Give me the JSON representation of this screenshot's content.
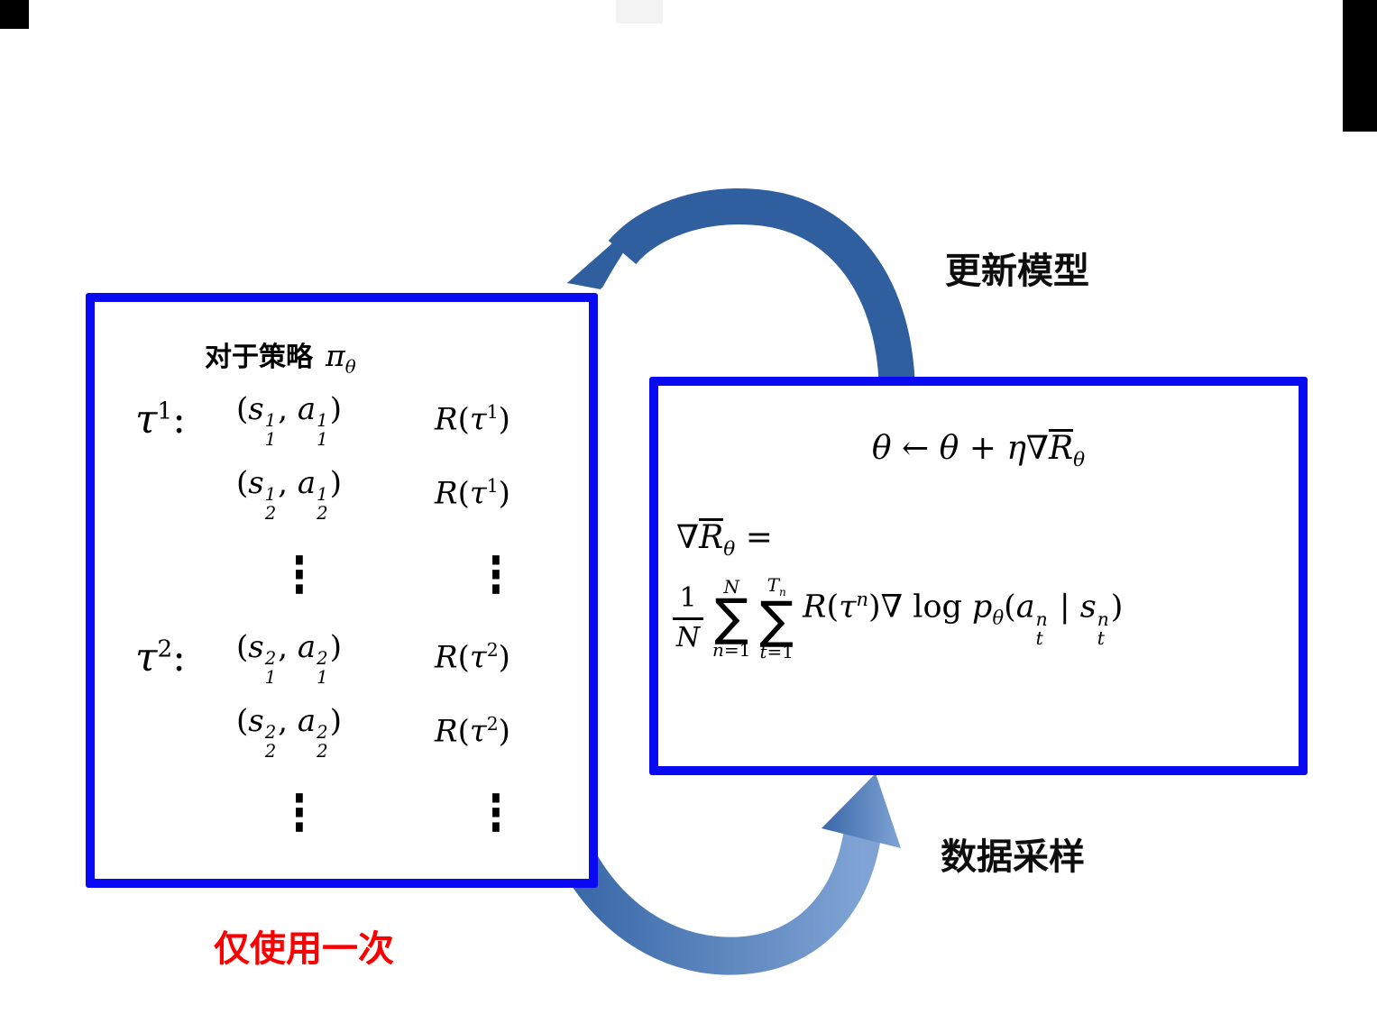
{
  "labels": {
    "update_model": "更新模型",
    "data_sampling": "数据采样",
    "use_once": "仅使用一次"
  },
  "left_box": {
    "policy_title": "对于策略",
    "policy_symbol_html": "<i>π</i><sub><i>θ</i></sub>",
    "rows": [
      {
        "tau_html": "<i>τ</i><sup>1</sup>:",
        "pair_html": "(<i>s</i><span class=\"ss\"><span>1</span><span>1</span></span>, <i>a</i><span class=\"ss\"><span>1</span><span>1</span></span>)",
        "reward_html": "<i>R</i>(<i>τ</i><sup>1</sup>)"
      },
      {
        "tau_html": "",
        "pair_html": "(<i>s</i><span class=\"ss\"><span>1</span><span>2</span></span>, <i>a</i><span class=\"ss\"><span>1</span><span>2</span></span>)",
        "reward_html": "<i>R</i>(<i>τ</i><sup>1</sup>)"
      },
      {
        "tau_html": "",
        "pair_html": "⋮",
        "reward_html": "⋮"
      },
      {
        "tau_html": "<i>τ</i><sup>2</sup>:",
        "pair_html": "(<i>s</i><span class=\"ss\"><span>2</span><span>1</span></span>, <i>a</i><span class=\"ss\"><span>2</span><span>1</span></span>)",
        "reward_html": "<i>R</i>(<i>τ</i><sup>2</sup>)"
      },
      {
        "tau_html": "",
        "pair_html": "(<i>s</i><span class=\"ss\"><span>2</span><span>2</span></span>, <i>a</i><span class=\"ss\"><span>2</span><span>2</span></span>)",
        "reward_html": "<i>R</i>(<i>τ</i><sup>2</sup>)"
      },
      {
        "tau_html": "",
        "pair_html": "⋮",
        "reward_html": "⋮"
      }
    ]
  },
  "right_box": {
    "update_rule_html": "<i>θ</i> ← <i>θ</i> + <i>η</i>∇<span class=\"bar\"><i>R</i></span><sub><i>θ</i></sub>",
    "grad_lhs_html": "∇<span class=\"bar\"><i>R</i></span><sub><i>θ</i></sub> =",
    "frac_num": "1",
    "frac_den_html": "<i>N</i>",
    "sum1": {
      "top_html": "<i>N</i>",
      "sigma": "∑",
      "bottom_html": "<i>n</i>=1"
    },
    "sum2": {
      "top_html": "<i>T</i><sub><i>n</i></sub>",
      "sigma": "∑",
      "bottom_html": "<i>t</i>=1"
    },
    "body_html": "<i>R</i>(<i>τ</i><sup><i>n</i></sup>)∇ log <i>p</i><sub><i>θ</i></sub>(<i>a</i><span class=\"ss\"><span><i>n</i></span><span><i>t</i></span></span> | <i>s</i><span class=\"ss\"><span><i>n</i></span><span><i>t</i></span></span>)"
  },
  "colors": {
    "box_border": "#0a0af2",
    "arrow_top": "#2f5f9e",
    "arrow_bottom_start": "#3968a8",
    "arrow_bottom_end": "#7fa3d4",
    "note_red": "#fb0000"
  }
}
